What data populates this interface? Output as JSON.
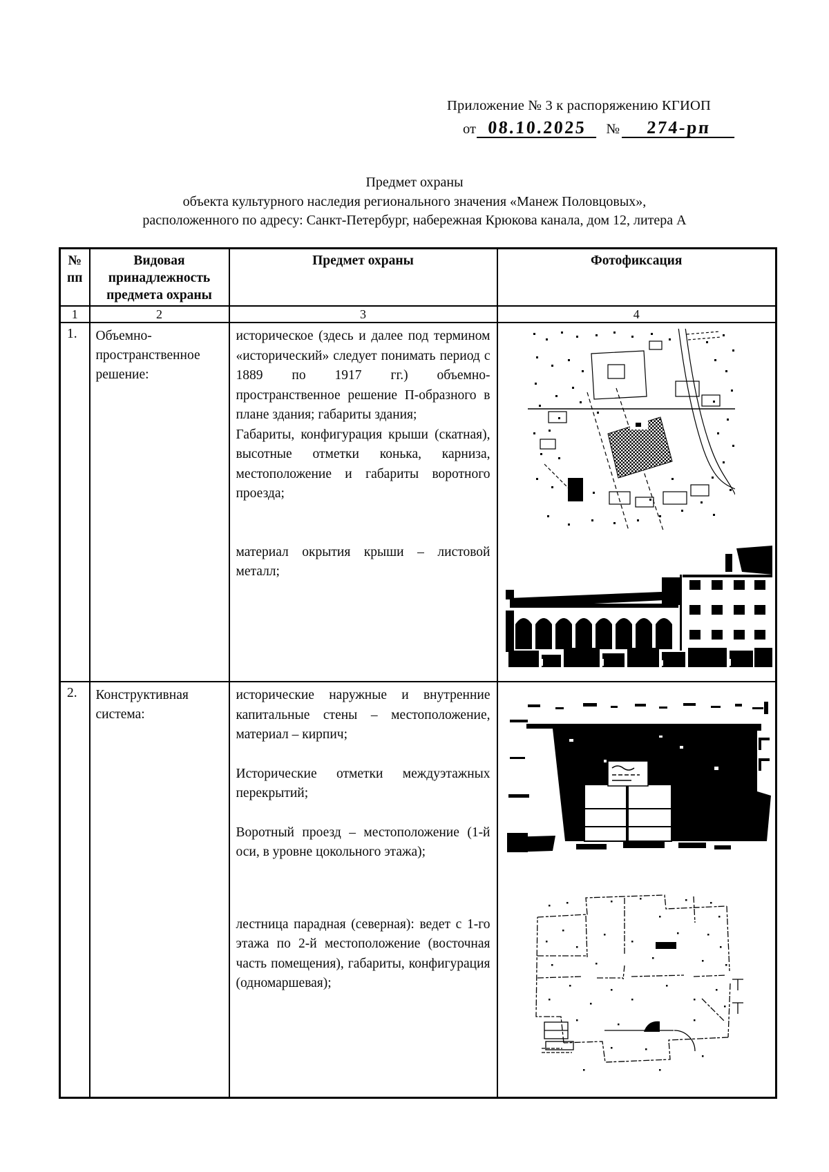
{
  "header": {
    "line1": "Приложение № 3 к распоряжению КГИОП",
    "from_label": "от",
    "date_value": "08.10.2025",
    "number_label": "№",
    "number_value": "274-рп"
  },
  "title": {
    "line1": "Предмет охраны",
    "line2": "объекта культурного наследия регионального значения «Манеж Половцовых»,",
    "line3": "расположенного по адресу: Санкт-Петербург, набережная Крюкова канала, дом 12, литера А"
  },
  "table": {
    "headers": [
      "№\nпп",
      "Видовая принадлежность предмета охраны",
      "Предмет охраны",
      "Фотофиксация"
    ],
    "column_numbers": [
      "1",
      "2",
      "3",
      "4"
    ],
    "rows": [
      {
        "num": "1.",
        "category": "Объемно-пространственное решение:",
        "paragraphs": [
          "историческое (здесь и далее под термином «исторический» следует понимать период с 1889 по 1917 гг.) объемно-пространственное решение П-образного в плане здания; габариты здания;",
          "Габариты, конфигурация крыши (скатная), высотные отметки конька, карниза, местоположение и габариты воротного проезда;",
          "материал окрытия крыши – листовой металл;"
        ],
        "images": [
          "site-plan-map",
          "building-arcade-photo"
        ]
      },
      {
        "num": "2.",
        "category": "Конструктивная система:",
        "paragraphs": [
          "исторические наружные и внутренние капитальные стены – местоположение, материал – кирпич;",
          "Исторические отметки междуэтажных перекрытий;",
          "Воротный проезд – местоположение (1-й оси, в уровне цокольного этажа);",
          "лестница парадная (северная): ведет с 1-го этажа по 2-й местоположение (восточная часть помещения), габариты, конфигурация (одномаршевая);"
        ],
        "images": [
          "gate-passage-photo",
          "floor-plan-drawing"
        ]
      }
    ]
  }
}
